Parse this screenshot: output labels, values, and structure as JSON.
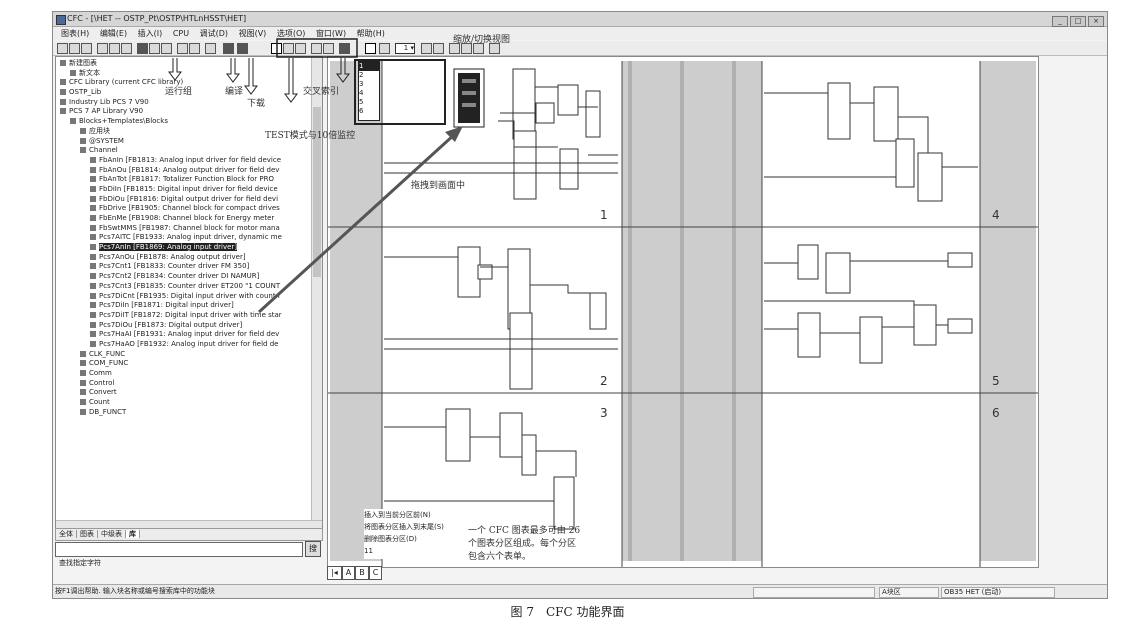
{
  "window": {
    "title": "CFC - [\\HET -- OSTP_Pt\\OSTP\\HTLnHSST\\HET]"
  },
  "menu": [
    "图表(H)",
    "编辑(E)",
    "插入(I)",
    "CPU",
    "调试(D)",
    "视图(V)",
    "选项(O)",
    "窗口(W)",
    "帮助(H)"
  ],
  "toolbar": {
    "zoom_value": "1"
  },
  "annotations": {
    "run_group": "运行组",
    "compile": "编译",
    "download": "下载",
    "cross_ref": "交叉索引",
    "zoom_switch": "缩放/切换视图",
    "test_mode": "TEST模式与10倍监控",
    "drag_drop": "拖拽到画面中",
    "sheet_info_line1": "一个 CFC 图表最多可由 26",
    "sheet_info_line2": "个图表分区组成。每个分区",
    "sheet_info_line3": "包含六个表单。"
  },
  "context_menu": [
    "插入到当前分区前(N)",
    "将图表分区插入到末尾(S)",
    "删除图表分区(D)"
  ],
  "context_menu_count": "11",
  "zoom_dropdown": [
    "1",
    "2",
    "3",
    "4",
    "5",
    "6"
  ],
  "sheet_numbers": [
    "1",
    "2",
    "3",
    "4",
    "5",
    "6"
  ],
  "sheet_tabs": [
    "A",
    "B",
    "C"
  ],
  "library": {
    "items": [
      {
        "text": "新建图表",
        "level": 0,
        "sel": false
      },
      {
        "text": "新文本",
        "level": 1,
        "sel": false
      },
      {
        "text": "CFC Library (current CFC library)",
        "level": 0,
        "sel": false
      },
      {
        "text": "OSTP_Lib",
        "level": 0,
        "sel": false
      },
      {
        "text": "Industry Lib PCS 7 V90",
        "level": 0,
        "sel": false
      },
      {
        "text": "PCS 7 AP Library V90",
        "level": 0,
        "sel": false
      },
      {
        "text": "Blocks+Templates\\Blocks",
        "level": 1,
        "sel": false
      },
      {
        "text": "应用块",
        "level": 2,
        "sel": false
      },
      {
        "text": "@SYSTEM",
        "level": 2,
        "sel": false
      },
      {
        "text": "Channel",
        "level": 2,
        "sel": false
      },
      {
        "text": "FbAnIn  [FB1813: Analog input driver for field device",
        "level": 3,
        "sel": false
      },
      {
        "text": "FbAnOu  [FB1814: Analog output driver for field dev",
        "level": 3,
        "sel": false
      },
      {
        "text": "FbAnTot  [FB1817: Totalizer Function Block for PRO",
        "level": 3,
        "sel": false
      },
      {
        "text": "FbDiIn  [FB1815: Digital input driver for field device",
        "level": 3,
        "sel": false
      },
      {
        "text": "FbDiOu  [FB1816: Digital output driver for field devi",
        "level": 3,
        "sel": false
      },
      {
        "text": "FbDrive  [FB1905: Channel block for compact drives",
        "level": 3,
        "sel": false
      },
      {
        "text": "FbEnMe  [FB1908: Channel block for Energy meter",
        "level": 3,
        "sel": false
      },
      {
        "text": "FbSwtMMS  [FB1987: Channel block for motor mana",
        "level": 3,
        "sel": false
      },
      {
        "text": "Pcs7AITC  [FB1933: Analog input driver, dynamic me",
        "level": 3,
        "sel": false
      },
      {
        "text": "Pcs7AnIn  [FB1869: Analog input driver]",
        "level": 3,
        "sel": true
      },
      {
        "text": "Pcs7AnOu  [FB1878: Analog output driver]",
        "level": 3,
        "sel": false
      },
      {
        "text": "Pcs7Cnt1  [FB1833: Counter driver FM 350]",
        "level": 3,
        "sel": false
      },
      {
        "text": "Pcs7Cnt2  [FB1834: Counter driver DI NAMUR]",
        "level": 3,
        "sel": false
      },
      {
        "text": "Pcs7Cnt3  [FB1835: Counter driver ET200 \"1 COUNT",
        "level": 3,
        "sel": false
      },
      {
        "text": "Pcs7DiCnt  [FB1935: Digital input driver with count f",
        "level": 3,
        "sel": false
      },
      {
        "text": "Pcs7DiIn  [FB1871: Digital input driver]",
        "level": 3,
        "sel": false
      },
      {
        "text": "Pcs7DiIT  [FB1872: Digital input driver with time star",
        "level": 3,
        "sel": false
      },
      {
        "text": "Pcs7DiOu  [FB1873: Digital output driver]",
        "level": 3,
        "sel": false
      },
      {
        "text": "Pcs7HaAI  [FB1931: Analog input driver for field dev",
        "level": 3,
        "sel": false
      },
      {
        "text": "Pcs7HaAO  [FB1932: Analog input driver for field de",
        "level": 3,
        "sel": false
      },
      {
        "text": "CLK_FUNC",
        "level": 2,
        "sel": false
      },
      {
        "text": "COM_FUNC",
        "level": 2,
        "sel": false
      },
      {
        "text": "Comm",
        "level": 2,
        "sel": false
      },
      {
        "text": "Control",
        "level": 2,
        "sel": false
      },
      {
        "text": "Convert",
        "level": 2,
        "sel": false
      },
      {
        "text": "Count",
        "level": 2,
        "sel": false
      },
      {
        "text": "DB_FUNCT",
        "level": 2,
        "sel": false
      }
    ],
    "tabs": [
      "全体",
      "图表",
      "中级表",
      "库"
    ],
    "search_label": "查找指定字符",
    "search_btn": "搜"
  },
  "status": {
    "hint": "按F1调出帮助. 输入块名称或编号搜索库中的功能块",
    "right1": "A块区",
    "right2": "OB35 HET (启动)"
  },
  "caption": "图 7　CFC 功能界面"
}
